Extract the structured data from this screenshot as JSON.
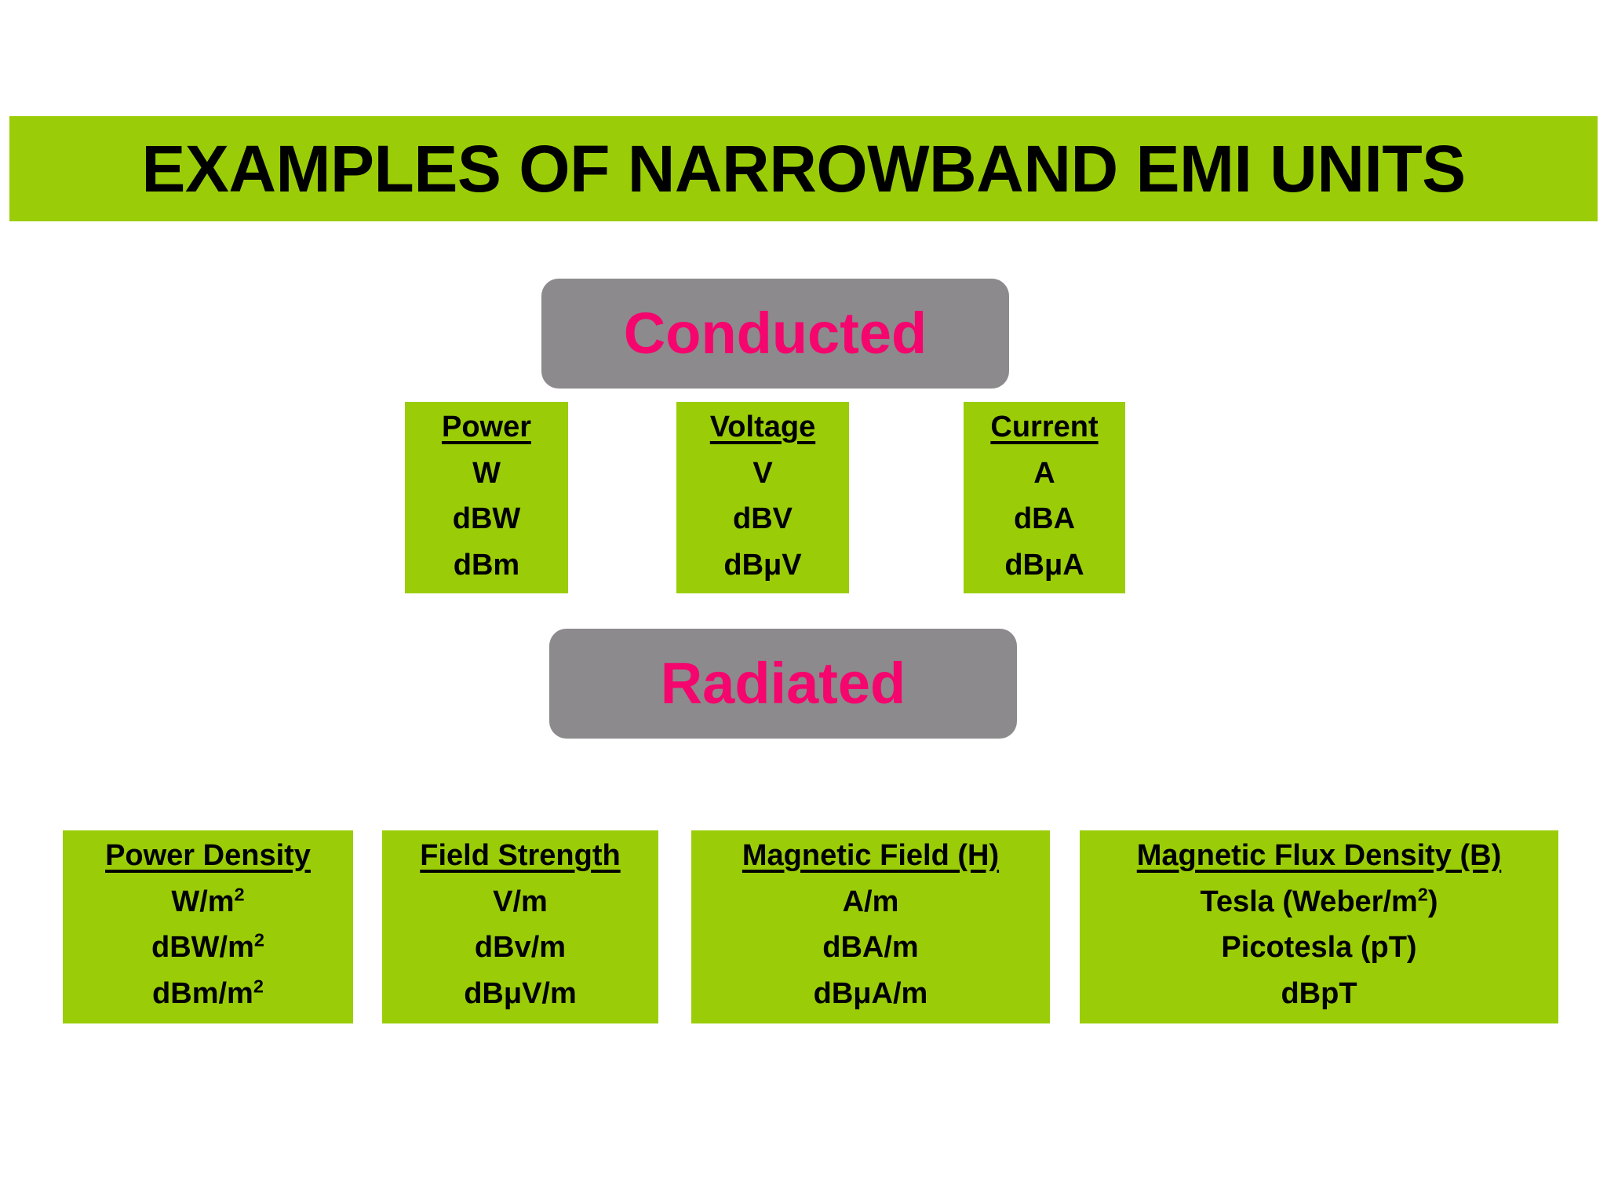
{
  "slide": {
    "title": "EXAMPLES OF NARROWBAND EMI UNITS",
    "background_color": "#FFFFFF",
    "accent_green": "#9ACD08",
    "pill_gray": "#8C8A8C",
    "pill_text_pink": "#F5056E"
  },
  "sections": [
    {
      "id": "conducted",
      "label": "Conducted",
      "boxes": [
        {
          "id": "power",
          "title": "Power",
          "items": [
            {
              "text": "W",
              "sup": ""
            },
            {
              "text": "dBW",
              "sup": ""
            },
            {
              "text": "dBm",
              "sup": ""
            }
          ]
        },
        {
          "id": "voltage",
          "title": "Voltage",
          "items": [
            {
              "text": "V",
              "sup": ""
            },
            {
              "text": "dBV",
              "sup": ""
            },
            {
              "text": "dBμV",
              "sup": ""
            }
          ]
        },
        {
          "id": "current",
          "title": "Current",
          "items": [
            {
              "text": "A",
              "sup": ""
            },
            {
              "text": "dBA",
              "sup": ""
            },
            {
              "text": "dBμA",
              "sup": ""
            }
          ]
        }
      ]
    },
    {
      "id": "radiated",
      "label": "Radiated",
      "boxes": [
        {
          "id": "power-density",
          "title": "Power Density",
          "items": [
            {
              "text": "W/m",
              "sup": "2"
            },
            {
              "text": "dBW/m",
              "sup": "2"
            },
            {
              "text": "dBm/m",
              "sup": "2"
            }
          ]
        },
        {
          "id": "field-strength",
          "title": "Field Strength",
          "items": [
            {
              "text": "V/m",
              "sup": ""
            },
            {
              "text": "dBv/m",
              "sup": ""
            },
            {
              "text": "dBμV/m",
              "sup": ""
            }
          ]
        },
        {
          "id": "magnetic-field",
          "title": "Magnetic Field (H)",
          "items": [
            {
              "text": "A/m",
              "sup": ""
            },
            {
              "text": "dBA/m",
              "sup": ""
            },
            {
              "text": "dBμA/m",
              "sup": ""
            }
          ]
        },
        {
          "id": "flux-density",
          "title": "Magnetic Flux Density (B)",
          "items": [
            {
              "text": "Tesla (Weber/m",
              "sup": "2",
              "suffix": ")"
            },
            {
              "text": "Picotesla (pT)",
              "sup": ""
            },
            {
              "text": "dBpT",
              "sup": ""
            }
          ]
        }
      ]
    }
  ]
}
